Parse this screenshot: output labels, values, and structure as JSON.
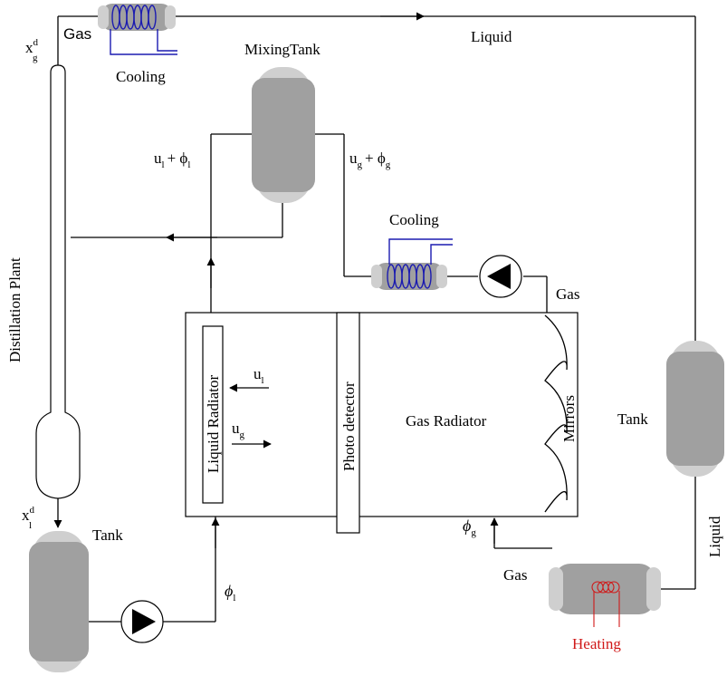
{
  "labels": {
    "gas_top": "Gas",
    "x_g_base": "x",
    "x_g_sup": "d",
    "x_g_sub": "g",
    "cooling_top": "Cooling",
    "liquid_top": "Liquid",
    "mixing_tank": "MixingTank",
    "u_l": "u",
    "u_l_sub": "l",
    "phi_l_plus": "+ ϕ",
    "phi_l_plus_sub": "l",
    "u_g": "u",
    "u_g_sub": "g",
    "phi_g_plus": "+ ϕ",
    "phi_g_plus_sub": "g",
    "cooling_mid": "Cooling",
    "distillation_plant": "Distillation Plant",
    "gas_right": "Gas",
    "liquid_radiator": "Liquid Radiator",
    "photo_detector": "Photo detector",
    "gas_radiator": "Gas Radiator",
    "mirrors": "Mirrors",
    "arrow_ul": "u",
    "arrow_ul_sub": "l",
    "arrow_ug": "u",
    "arrow_ug_sub": "g",
    "tank_right": "Tank",
    "liquid_right": "Liquid",
    "x_l_base": "x",
    "x_l_sup": "d",
    "x_l_sub": "l",
    "tank_bottom": "Tank",
    "phi_l": "ϕ",
    "phi_l_sub": "l",
    "phi_g": "ϕ",
    "phi_g_sub": "g",
    "gas_bottom": "Gas",
    "heating": "Heating"
  },
  "colors": {
    "tank_gray": "#a0a0a0",
    "tank_cap": "#cfcfcf",
    "coil_blue": "#1b1bb0",
    "heater_red": "#d01818"
  }
}
